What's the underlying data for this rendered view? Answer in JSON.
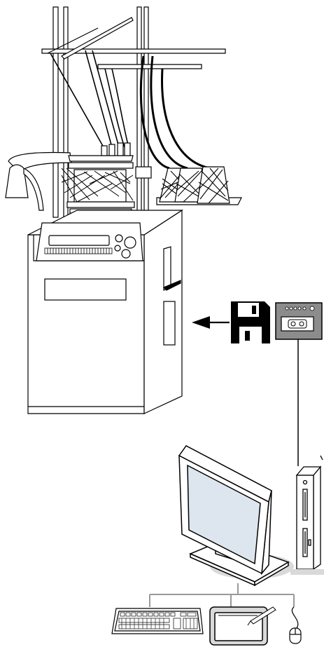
{
  "diagram": {
    "components": [
      {
        "id": "knitting-machine",
        "icon": "knitting-machine-icon"
      },
      {
        "id": "yarn-cones",
        "icon": "yarn-cone-icon"
      },
      {
        "id": "floppy-disk",
        "icon": "floppy-disk-icon"
      },
      {
        "id": "disk-drive",
        "icon": "disk-drive-icon"
      },
      {
        "id": "pc-tower",
        "icon": "tower-pc-icon"
      },
      {
        "id": "monitor",
        "icon": "monitor-icon"
      },
      {
        "id": "keyboard",
        "icon": "keyboard-icon"
      },
      {
        "id": "graphics-tablet",
        "icon": "tablet-icon"
      },
      {
        "id": "mouse",
        "icon": "mouse-icon"
      }
    ],
    "connections": [
      {
        "from": "floppy-disk",
        "to": "knitting-machine",
        "style": "arrow"
      },
      {
        "from": "disk-drive",
        "to": "pc-tower",
        "style": "line"
      },
      {
        "from": "monitor",
        "to": "keyboard",
        "style": "line"
      },
      {
        "from": "monitor",
        "to": "graphics-tablet",
        "style": "line"
      },
      {
        "from": "monitor",
        "to": "mouse",
        "style": "line"
      }
    ],
    "colors": {
      "stroke": "#000000",
      "machine_fill": "#ffffff",
      "drive_fill": "#8c8c8c",
      "screen_fill": "#dde6ee",
      "shadow": "#d9d9d9",
      "connector": "#999999"
    }
  }
}
